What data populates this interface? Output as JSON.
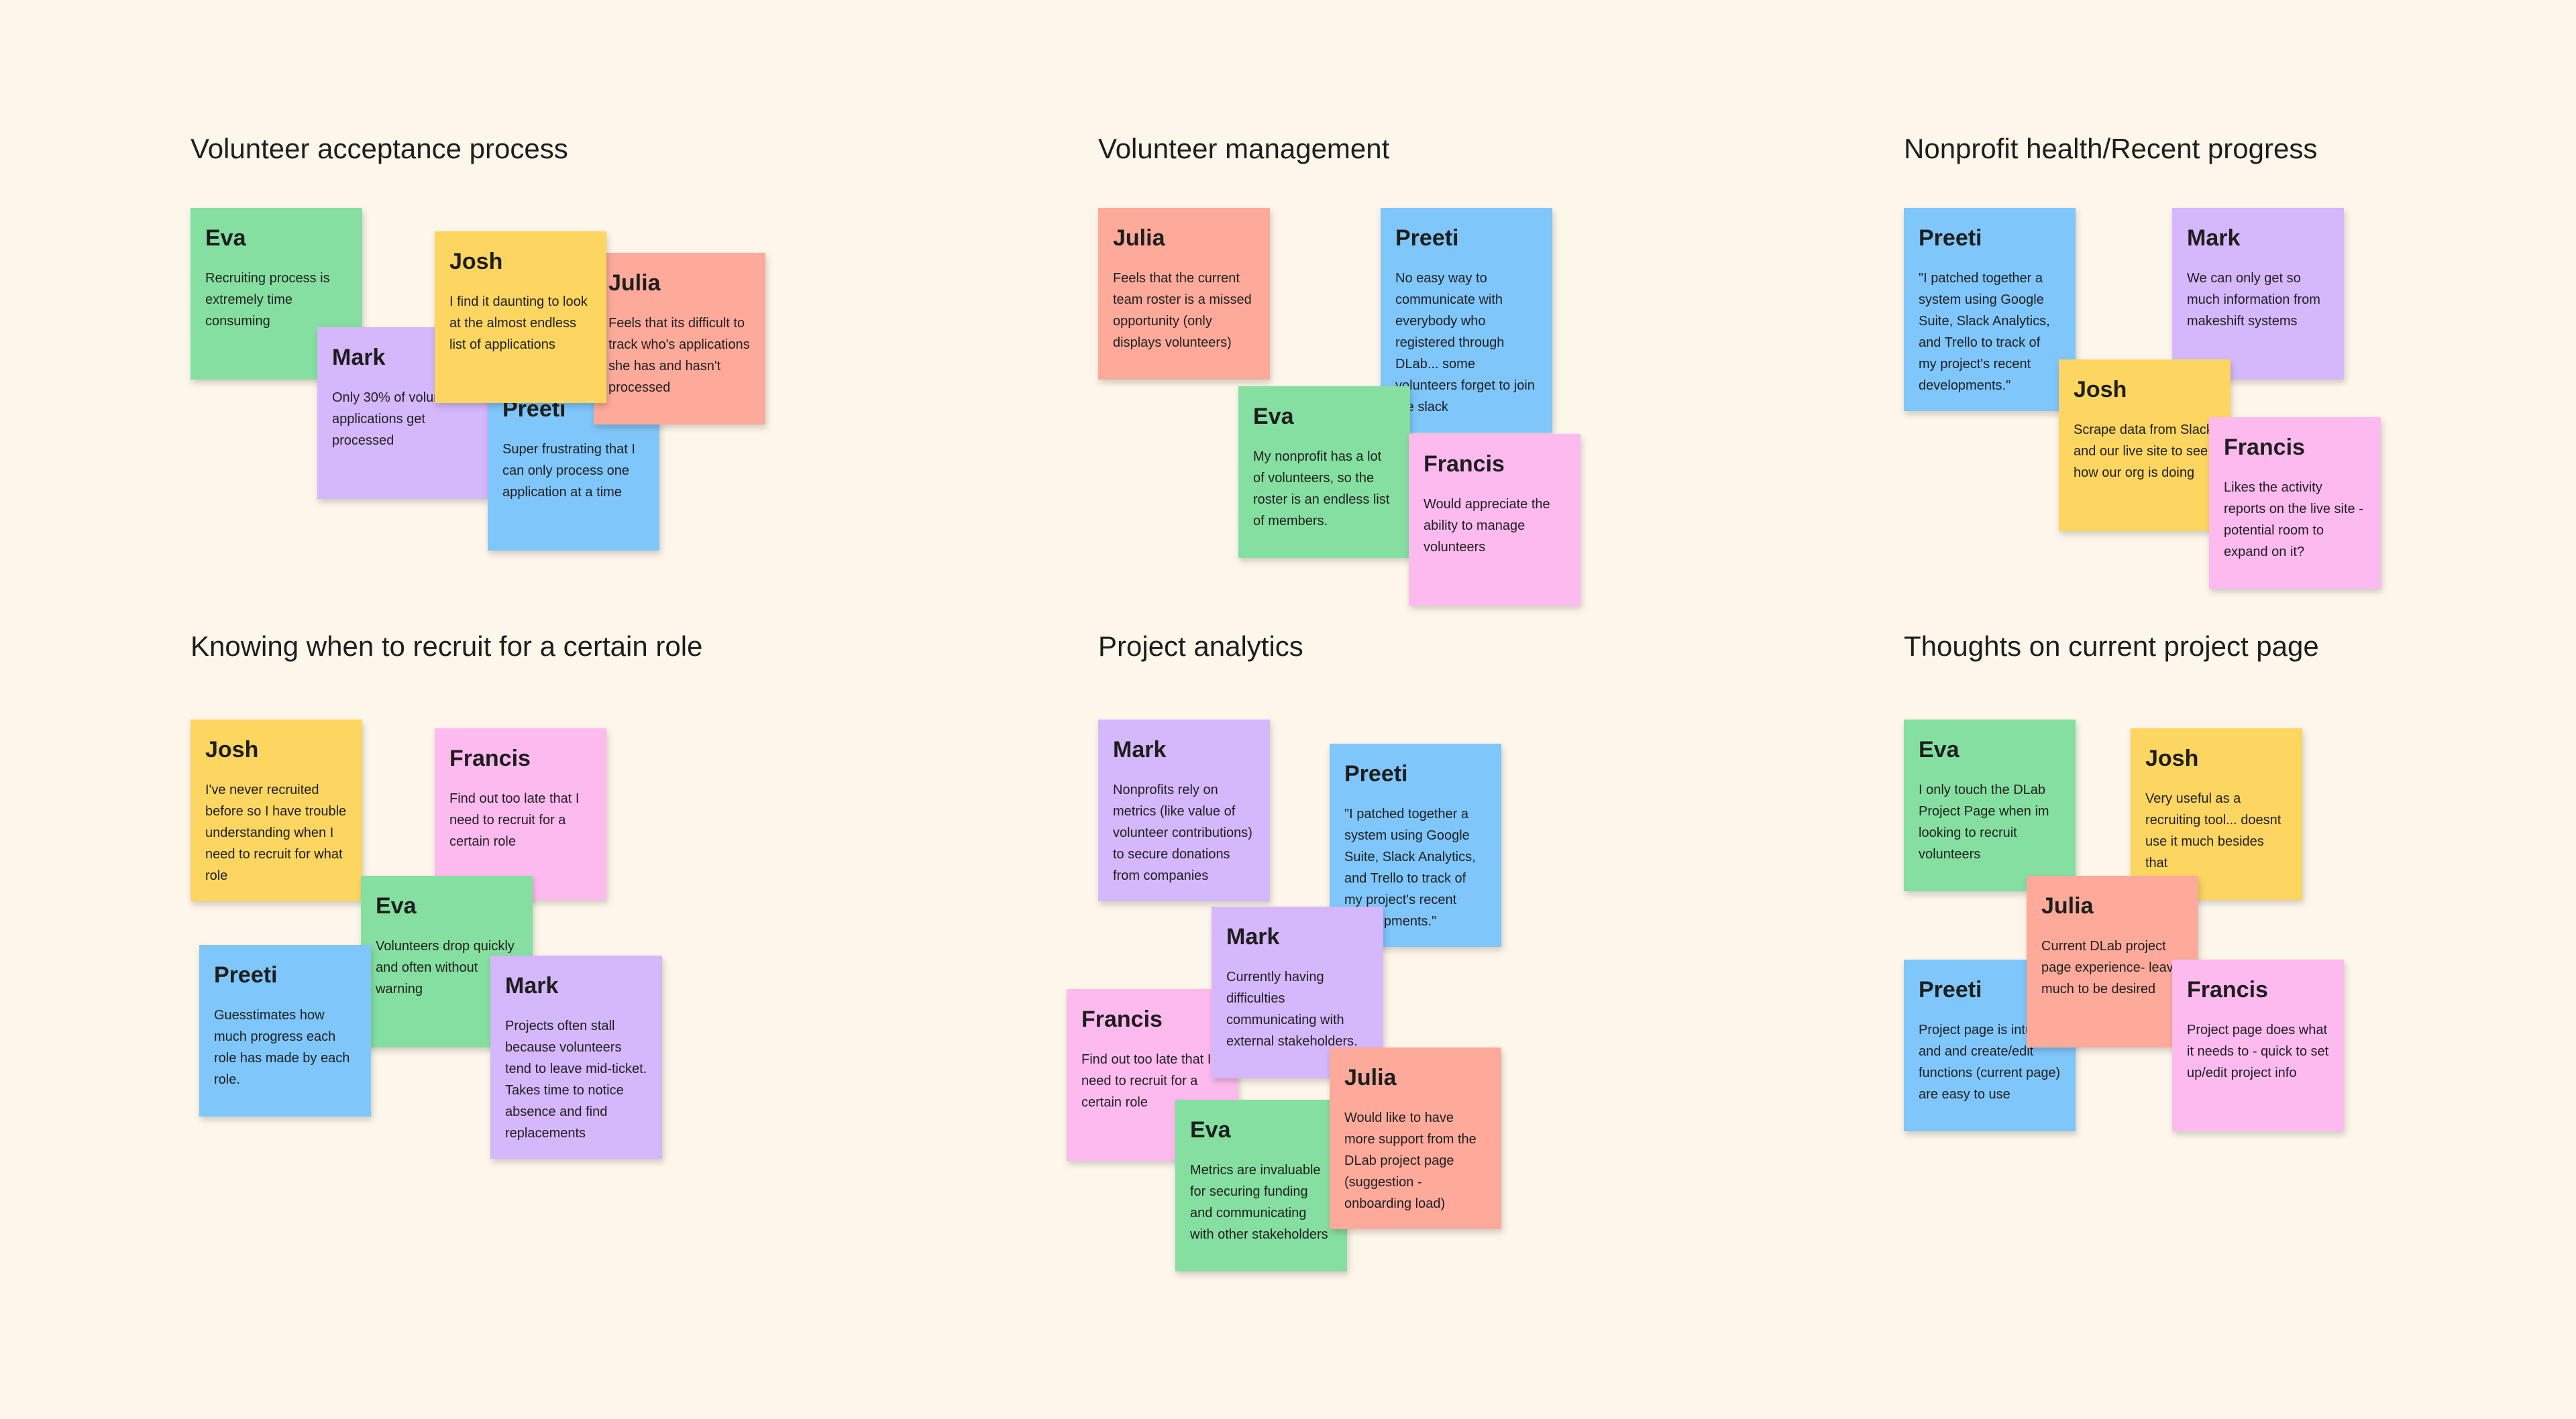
{
  "colors": {
    "background": "#fdf6ea",
    "green": "#85dfa0",
    "purple": "#d5b7fb",
    "yellow": "#fdd662",
    "salmon": "#fdaa9b",
    "blue": "#7fc6fb",
    "pink": "#fdbaef"
  },
  "clusters": [
    {
      "title": "Volunteer acceptance process",
      "notes": [
        {
          "author": "Eva",
          "text": "Recruiting process is extremely time consuming",
          "color": "green"
        },
        {
          "author": "Mark",
          "text": "Only 30% of volunteer applications get processed",
          "color": "purple"
        },
        {
          "author": "Preeti",
          "text": "Super frustrating that I can only process one application at a time",
          "color": "blue"
        },
        {
          "author": "Julia",
          "text": "Feels that its difficult to track who's applications she has and hasn't processed",
          "color": "salmon"
        },
        {
          "author": "Josh",
          "text": "I find it daunting to look at the almost endless list of applications",
          "color": "yellow"
        }
      ]
    },
    {
      "title": "Volunteer management",
      "notes": [
        {
          "author": "Julia",
          "text": "Feels that the current team roster is a missed opportunity (only displays volunteers)",
          "color": "salmon"
        },
        {
          "author": "Preeti",
          "text": "No easy way to communicate with everybody who registered through DLab... some volunteers forget to join the slack",
          "color": "blue"
        },
        {
          "author": "Eva",
          "text": "My nonprofit has a lot of volunteers, so the roster is an endless list of members.",
          "color": "green"
        },
        {
          "author": "Francis",
          "text": "Would appreciate the ability to manage volunteers",
          "color": "pink"
        }
      ]
    },
    {
      "title": "Nonprofit health/Recent progress",
      "notes": [
        {
          "author": "Preeti",
          "text": "\"I patched together a system using Google Suite, Slack Analytics, and Trello to track of my project's recent developments.\"",
          "color": "blue"
        },
        {
          "author": "Mark",
          "text": "We can only get so much information from makeshift systems",
          "color": "purple"
        },
        {
          "author": "Josh",
          "text": "Scrape data from Slack and our live site to see how our org is doing",
          "color": "yellow"
        },
        {
          "author": "Francis",
          "text": "Likes the activity reports on the live site - potential room to expand on it?",
          "color": "pink"
        }
      ]
    },
    {
      "title": "Knowing when to recruit for a certain role",
      "notes": [
        {
          "author": "Josh",
          "text": "I've never recruited before so I have trouble understanding when I need to recruit for what role",
          "color": "yellow"
        },
        {
          "author": "Francis",
          "text": "Find out too late that I need to recruit for a certain role",
          "color": "pink"
        },
        {
          "author": "Eva",
          "text": "Volunteers drop quickly and often without warning",
          "color": "green"
        },
        {
          "author": "Preeti",
          "text": "Guesstimates how much progress each role has made by each role.",
          "color": "blue"
        },
        {
          "author": "Mark",
          "text": "Projects often stall because volunteers tend to leave mid-ticket. Takes time to notice absence and find replacements",
          "color": "purple"
        }
      ]
    },
    {
      "title": "Project analytics",
      "notes": [
        {
          "author": "Mark",
          "text": "Nonprofits rely on metrics (like value of volunteer contributions) to secure donations from companies",
          "color": "purple"
        },
        {
          "author": "Preeti",
          "text": "\"I patched together a system using Google Suite, Slack Analytics, and Trello to track of my project's recent developments.\"",
          "color": "blue"
        },
        {
          "author": "Francis",
          "text": "Find out too late that I need to recruit for a certain role",
          "color": "pink"
        },
        {
          "author": "Mark",
          "text": "Currently having difficulties communicating with external stakeholders.",
          "color": "purple"
        },
        {
          "author": "Eva",
          "text": "Metrics are invaluable for securing funding and communicating with other stakeholders",
          "color": "green"
        },
        {
          "author": "Julia",
          "text": "Would like to have more support from the DLab project page (suggestion - onboarding load)",
          "color": "salmon"
        }
      ]
    },
    {
      "title": "Thoughts on current project page",
      "notes": [
        {
          "author": "Eva",
          "text": "I only touch the DLab Project Page when im looking to recruit volunteers",
          "color": "green"
        },
        {
          "author": "Josh",
          "text": "Very useful as a recruiting tool... doesnt use it much besides that",
          "color": "yellow"
        },
        {
          "author": "Preeti",
          "text": "Project page is intuitive and and create/edit functions (current page) are easy to use",
          "color": "blue"
        },
        {
          "author": "Julia",
          "text": "Current DLab project page experience- leave much to be desired",
          "color": "salmon"
        },
        {
          "author": "Francis",
          "text": "Project page does what it needs to - quick to set up/edit project info",
          "color": "pink"
        }
      ]
    }
  ]
}
